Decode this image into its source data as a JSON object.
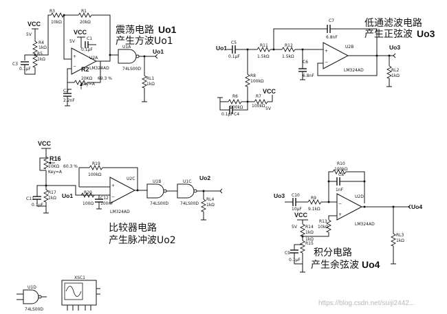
{
  "circuits": {
    "square": {
      "title_cn": "震荡电路",
      "title_out": "Uo1",
      "subtitle": "产生方波Uo1"
    },
    "sine": {
      "title_line1": "低通滤波电路",
      "title_line2_cn": "产生正弦波",
      "title_line2_out": "Uo3"
    },
    "pulse": {
      "title_line1": "比较器电路",
      "title_line2": "产生脉冲波Uo2"
    },
    "cosine": {
      "title_line1": "积分电路",
      "title_line2_cn": "产生余弦波",
      "title_line2_out": "Uo4"
    }
  },
  "components": {
    "vcc": "VCC",
    "r3": "R3",
    "r3v": "10kΩ",
    "r1": "R1",
    "r1v": "20kΩ",
    "r4": "R4",
    "r4v": "1kΩ",
    "r5": "R5",
    "r5v": "1kΩ",
    "c3": "C3",
    "c3v": "0.1µF",
    "c1": "C1",
    "c1v": "0.1µF",
    "u2a": "U2A",
    "u2a_part": "LM324AD",
    "u1a": "U1A",
    "u1a_part": "74LS00D",
    "r2": "R2",
    "r2v": "20KΩ",
    "r2pct": "69.3 %",
    "r2key": "Key=A",
    "c2": "C2",
    "c2v": "2.2nF",
    "rl1": "RL1",
    "rl1v": "1kΩ",
    "v5": "5V",
    "uo1": "Uo1",
    "uo2": "Uo2",
    "uo3": "Uo3",
    "uo4": "Uo4",
    "c5": "C5",
    "c5v": "0.1µF",
    "r11": "R11",
    "r11v": "1.5kΩ",
    "r12": "R12",
    "r12v": "1.5kΩ",
    "c7": "C7",
    "c7v": "6.8nF",
    "c6": "C6",
    "c6v": "6.8nF",
    "u2b": "U2B",
    "u2b_part": "LM324AD",
    "rl2": "RL2",
    "rl2v": "1kΩ",
    "r8": "R8",
    "r8v": "100kΩ",
    "r6": "R6",
    "r6v": "100kΩ",
    "r7": "R7",
    "r7v": "100kΩ",
    "c4": "C4",
    "c4v": "0.1µF",
    "r16": "R16",
    "r16v": "10KΩ",
    "r16pct": "60.3 %",
    "r16key": "Key=A",
    "r19": "R19",
    "r19v": "100kΩ",
    "u2c": "U2C",
    "u2c_part": "LM324AD",
    "u1b": "U1B",
    "u1b_part": "74LS00D",
    "u1c": "U1C",
    "u1c_part": "74LS00D",
    "r17": "R17",
    "r17v": "1kΩ",
    "c11": "C11",
    "c11v": "0.1µF",
    "r20": "R20",
    "r20v": "100Ω",
    "c12": "C12",
    "c12v": "100nF",
    "rl4": "RL4",
    "rl4v": "1kΩ",
    "r10": "R10",
    "r10v": "100kΩ",
    "c8": "C8",
    "c8v": "1nF",
    "c10": "C10",
    "c10v": "10µF",
    "r9": "R9",
    "r9v": "9.1kΩ",
    "r13": "R13",
    "r13v": "10kΩ",
    "r14": "R14",
    "r14v": "1kΩ",
    "r15": "R15",
    "r15v": "1kΩ",
    "c9": "C9",
    "c9v": "0.1µF",
    "u2d": "U2D",
    "u2d_part": "LM324AD",
    "rl3": "RL3",
    "rl3v": "1kΩ",
    "u1d": "U1D",
    "u1d_part": "74LS00D",
    "xsc1": "XSC1"
  },
  "watermark": "https://blog.csdn.net/suiji2442..."
}
